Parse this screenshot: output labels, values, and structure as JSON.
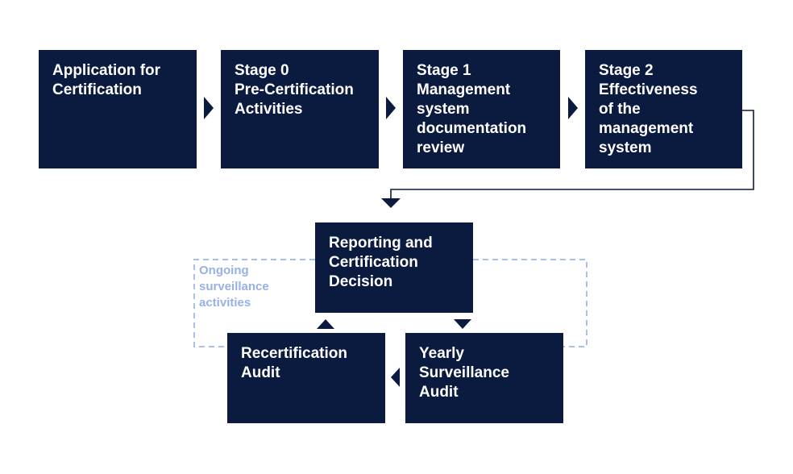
{
  "colors": {
    "box": "#0b1a3f",
    "arrow": "#0b1a3f",
    "loop_line": "#a9bfe8",
    "loop_text": "#98b1e4",
    "background": "#ffffff"
  },
  "top_row": {
    "application": {
      "lines": [
        "Application for",
        "Certification"
      ]
    },
    "stage0": {
      "lines": [
        "Stage 0",
        "Pre-Certification",
        "Activities"
      ]
    },
    "stage1": {
      "lines": [
        "Stage 1",
        "Management",
        "system",
        "documentation",
        "review"
      ]
    },
    "stage2": {
      "lines": [
        "Stage 2",
        "Effectiveness",
        "of the",
        "management",
        "system"
      ]
    }
  },
  "cycle": {
    "reporting": {
      "lines": [
        "Reporting and",
        "Certification",
        "Decision"
      ]
    },
    "yearly": {
      "lines": [
        "Yearly",
        "Surveillance",
        "Audit"
      ]
    },
    "recertification": {
      "lines": [
        "Recertification",
        "Audit"
      ]
    },
    "loop_label": {
      "lines": [
        "Ongoing",
        "surveillance",
        "activities"
      ]
    }
  }
}
